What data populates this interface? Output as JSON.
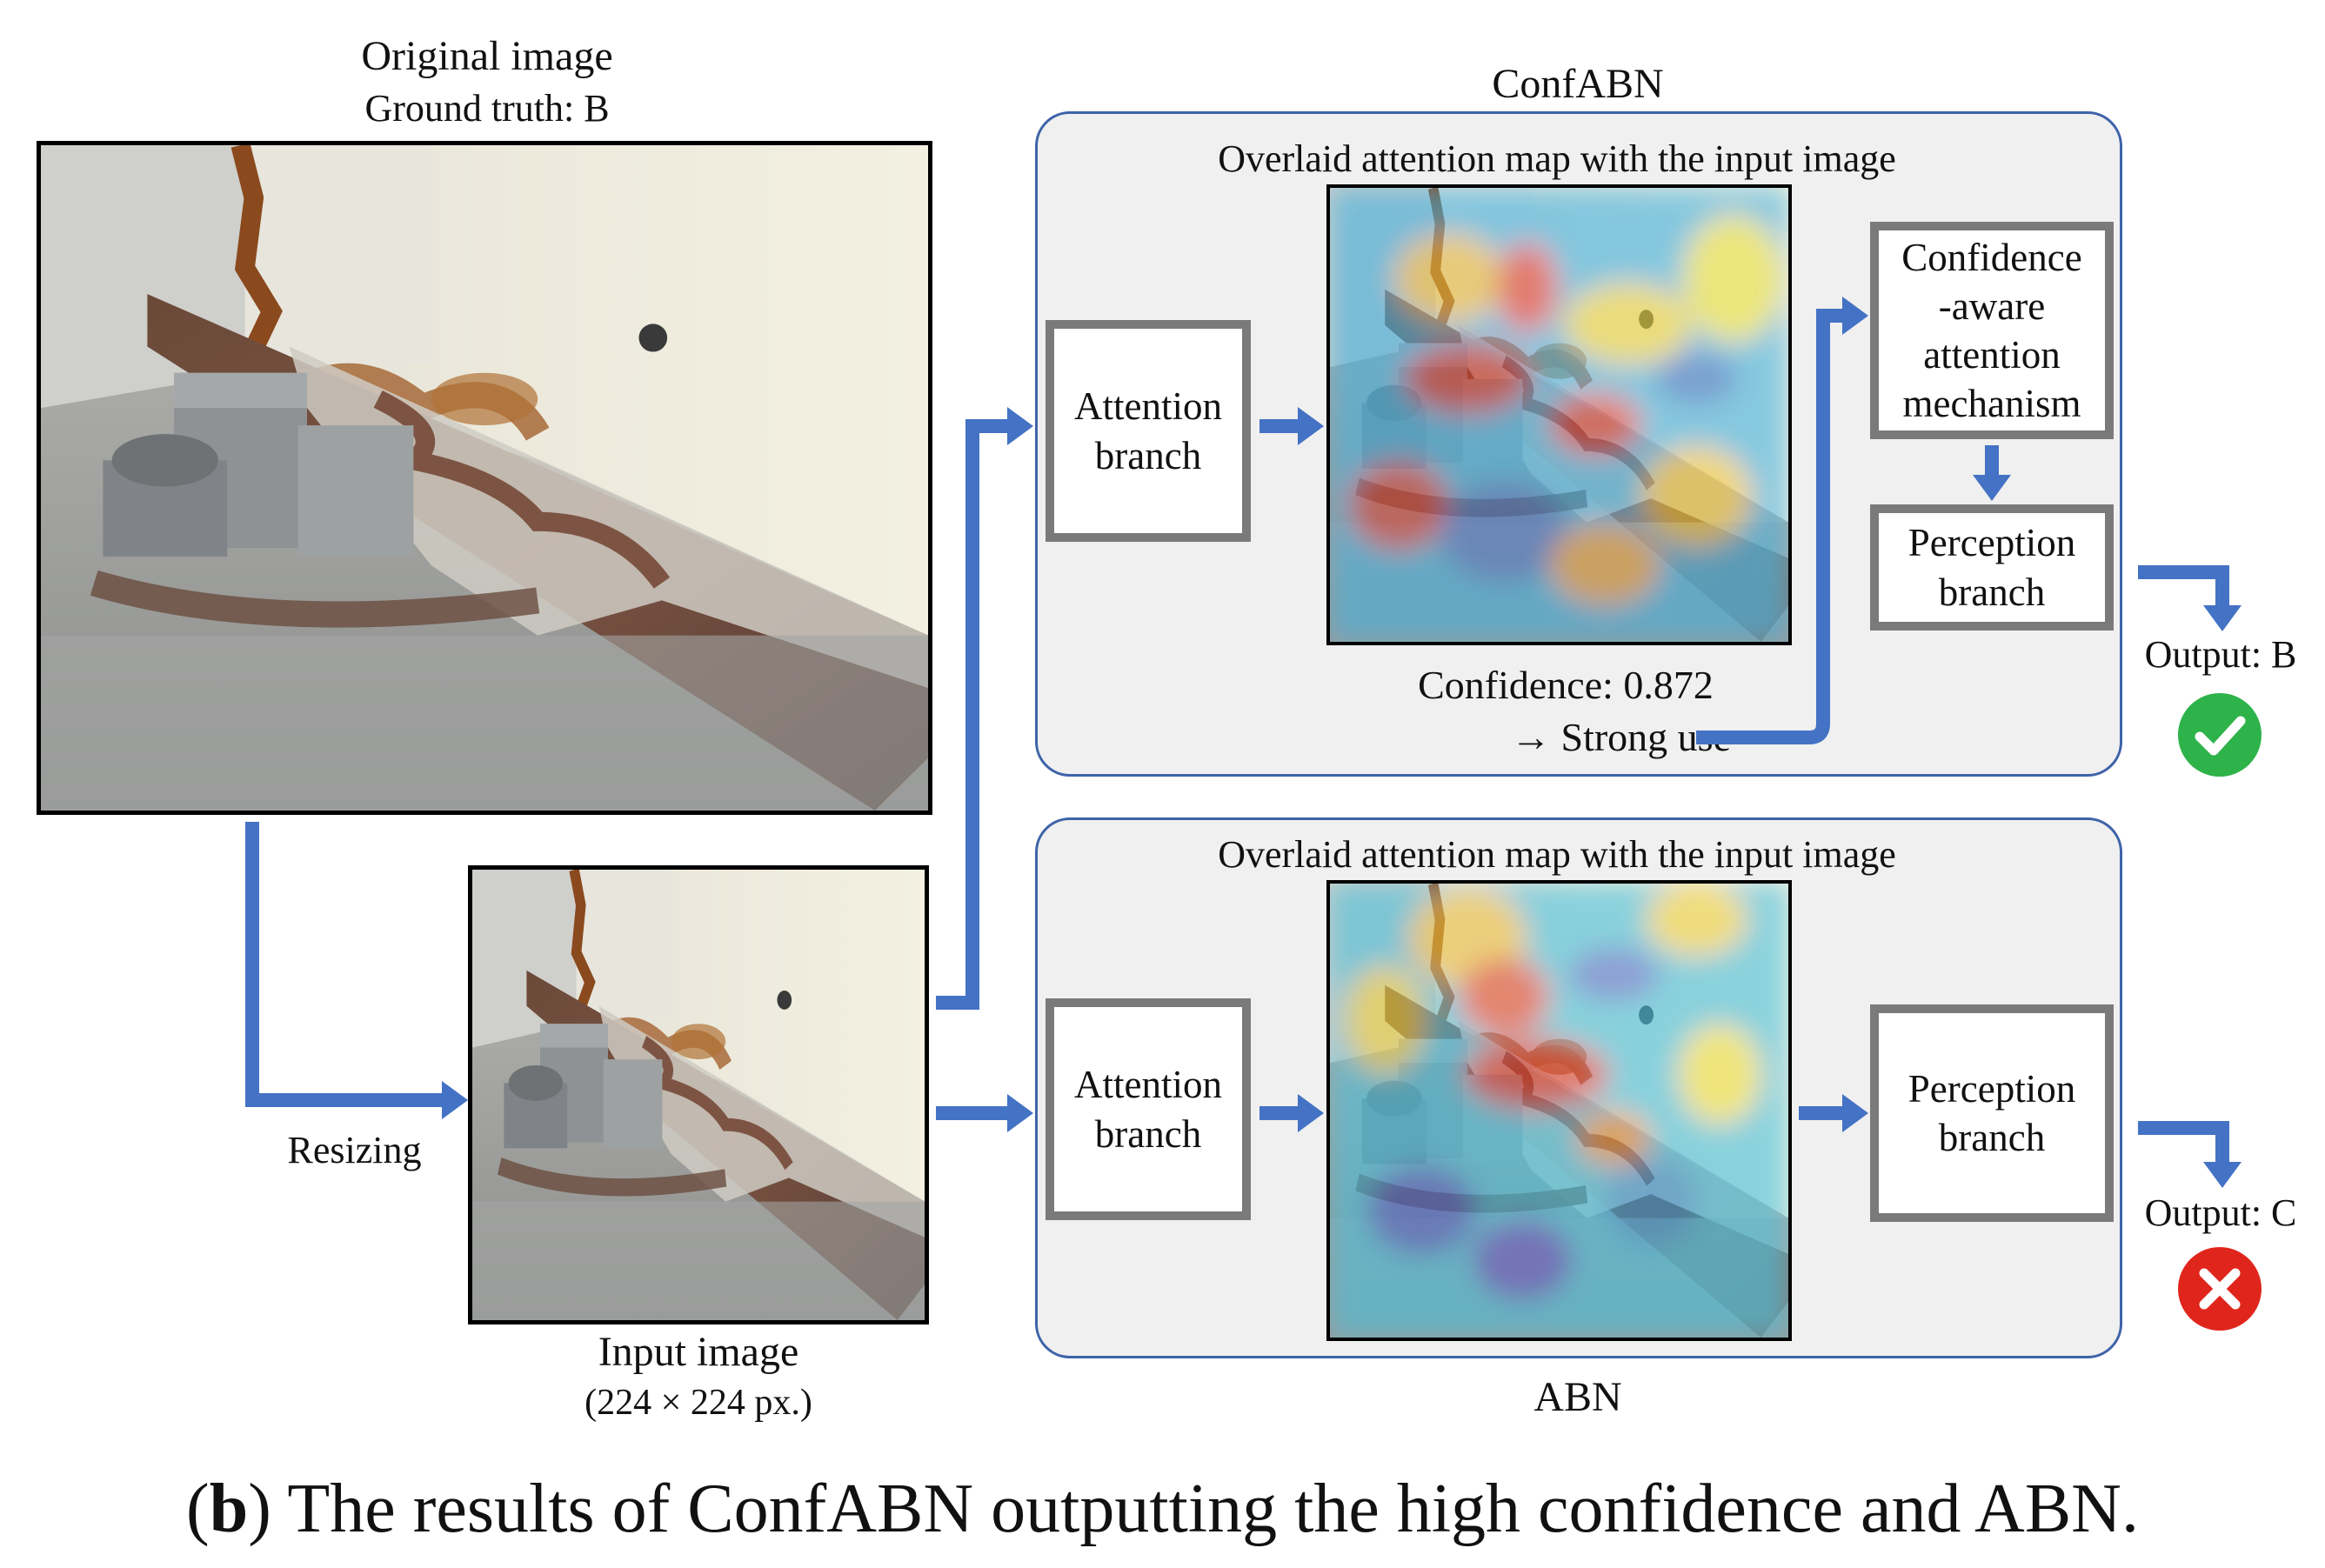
{
  "original": {
    "title": "Original image",
    "ground_truth": "Ground truth: B"
  },
  "resize_label": "Resizing",
  "input_image": {
    "label": "Input image",
    "size": "(224 × 224 px.)"
  },
  "confabn": {
    "title": "ConfABN",
    "overlay_title": "Overlaid attention map with the input image",
    "attention_branch": "Attention\nbranch",
    "confidence": "Confidence: 0.872",
    "confidence_use": "→ Strong use",
    "confidence_mechanism": "Confidence\n-aware\nattention\nmechanism",
    "perception_branch": "Perception\nbranch",
    "output": "Output: B",
    "result_icon": "check-icon",
    "result_color": "#2db34a"
  },
  "abn": {
    "title": "ABN",
    "overlay_title": "Overlaid attention map with the input image",
    "attention_branch": "Attention\nbranch",
    "perception_branch": "Perception\nbranch",
    "output": "Output: C",
    "result_icon": "cross-icon",
    "result_color": "#e0261c"
  },
  "caption": {
    "label": "b",
    "text": "The results of ConfABN outputting the high confidence and ABN."
  },
  "colors": {
    "arrow": "#4472c4",
    "panel_border": "#3e63a9",
    "panel_fill": "#f0f0f0",
    "box_border": "#7a7a7a"
  }
}
